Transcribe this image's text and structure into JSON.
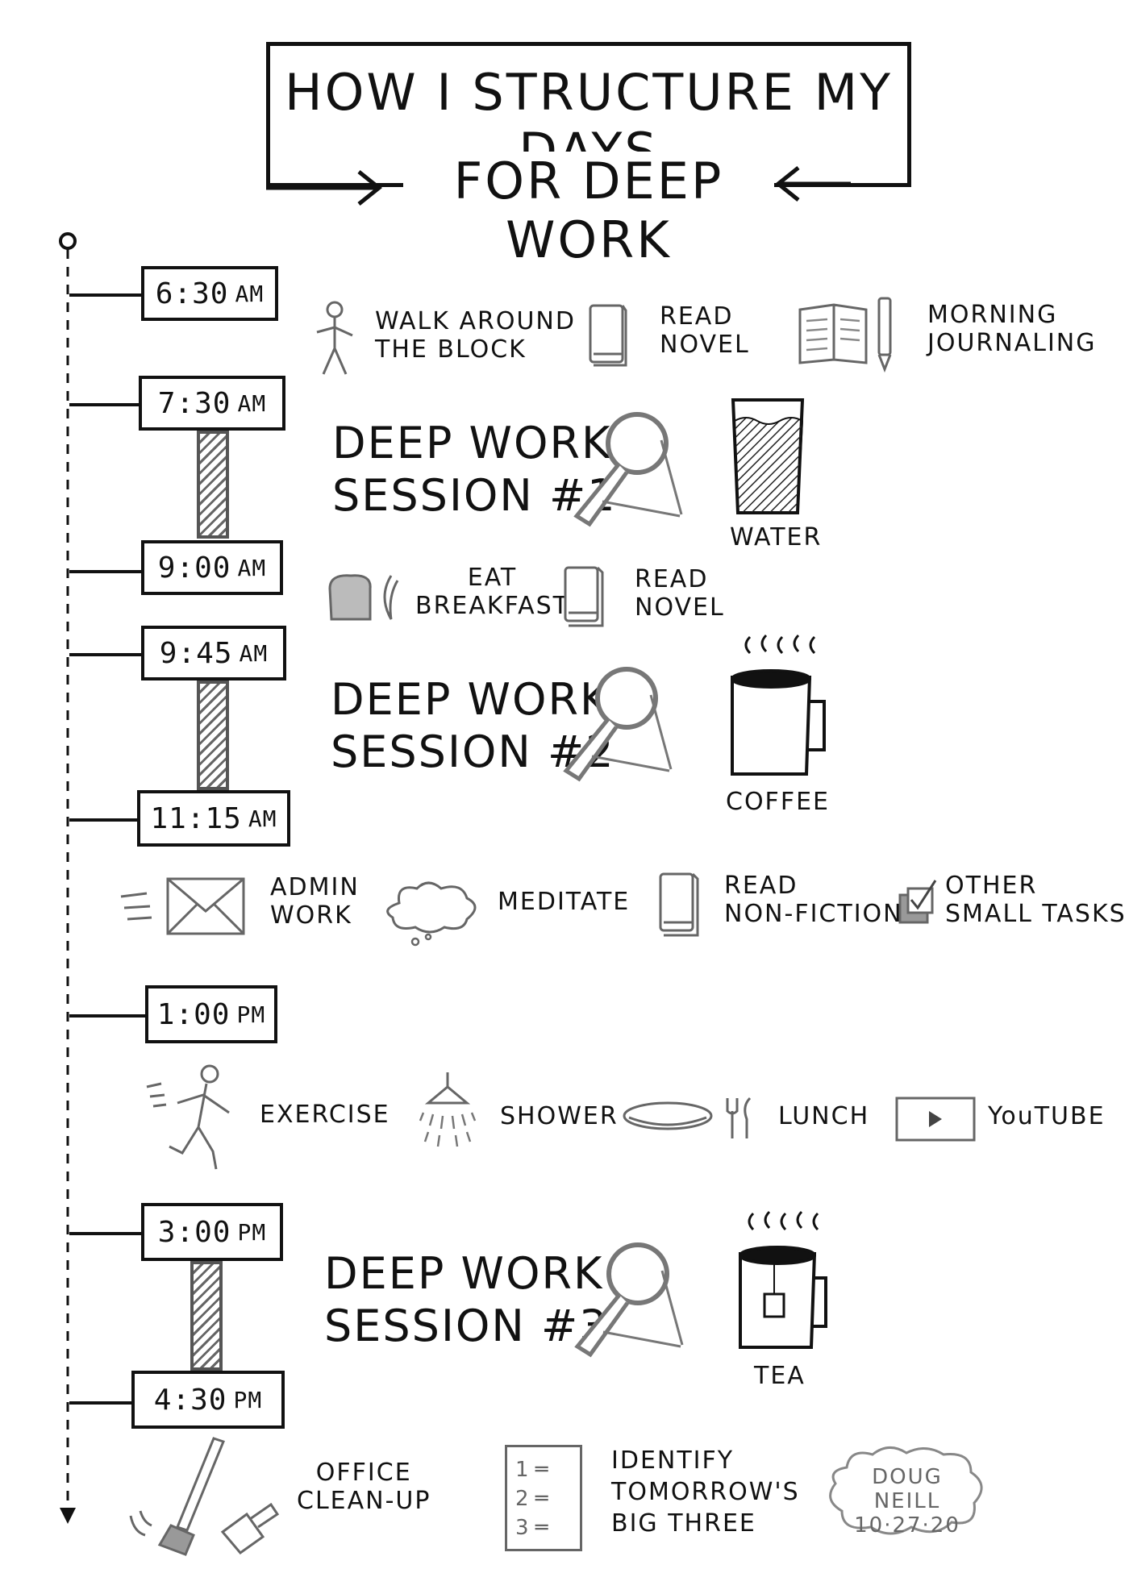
{
  "title": {
    "line1": "HOW I STRUCTURE MY DAYS",
    "line2": "FOR DEEP WORK"
  },
  "times": {
    "t0630": "6:30",
    "t0630s": "AM",
    "t0730": "7:30",
    "t0730s": "AM",
    "t0900": "9:00",
    "t0900s": "AM",
    "t0945": "9:45",
    "t0945s": "AM",
    "t1115": "11:15",
    "t1115s": "AM",
    "t1300": "1:00",
    "t1300s": "PM",
    "t1500": "3:00",
    "t1500s": "PM",
    "t1630": "4:30",
    "t1630s": "PM"
  },
  "activities": {
    "walk": [
      "WALK AROUND",
      "THE BLOCK"
    ],
    "read_novel": [
      "READ",
      "NOVEL"
    ],
    "journaling": [
      "MORNING",
      "JOURNALING"
    ],
    "session1": [
      "DEEP WORK",
      "SESSION #1"
    ],
    "water": "WATER",
    "breakfast": [
      "EAT",
      "BREAKFAST"
    ],
    "read_novel2": [
      "READ",
      "NOVEL"
    ],
    "session2": [
      "DEEP WORK",
      "SESSION #2"
    ],
    "coffee": "COFFEE",
    "admin": [
      "ADMIN",
      "WORK"
    ],
    "meditate": "MEDITATE",
    "nonfiction": [
      "READ",
      "NON-FICTION"
    ],
    "small_tasks": [
      "OTHER",
      "SMALL TASKS"
    ],
    "exercise": "EXERCISE",
    "shower": "SHOWER",
    "lunch": "LUNCH",
    "youtube": "YouTUBE",
    "session3": [
      "DEEP WORK",
      "SESSION #3"
    ],
    "tea": "TEA",
    "cleanup": [
      "OFFICE",
      "CLEAN-UP"
    ],
    "big_three": [
      "IDENTIFY",
      "TOMORROW'S",
      "BIG THREE"
    ],
    "list_nums": [
      "1",
      "2",
      "3"
    ]
  },
  "signature": [
    "DOUG NEILL",
    "10·27·20"
  ]
}
